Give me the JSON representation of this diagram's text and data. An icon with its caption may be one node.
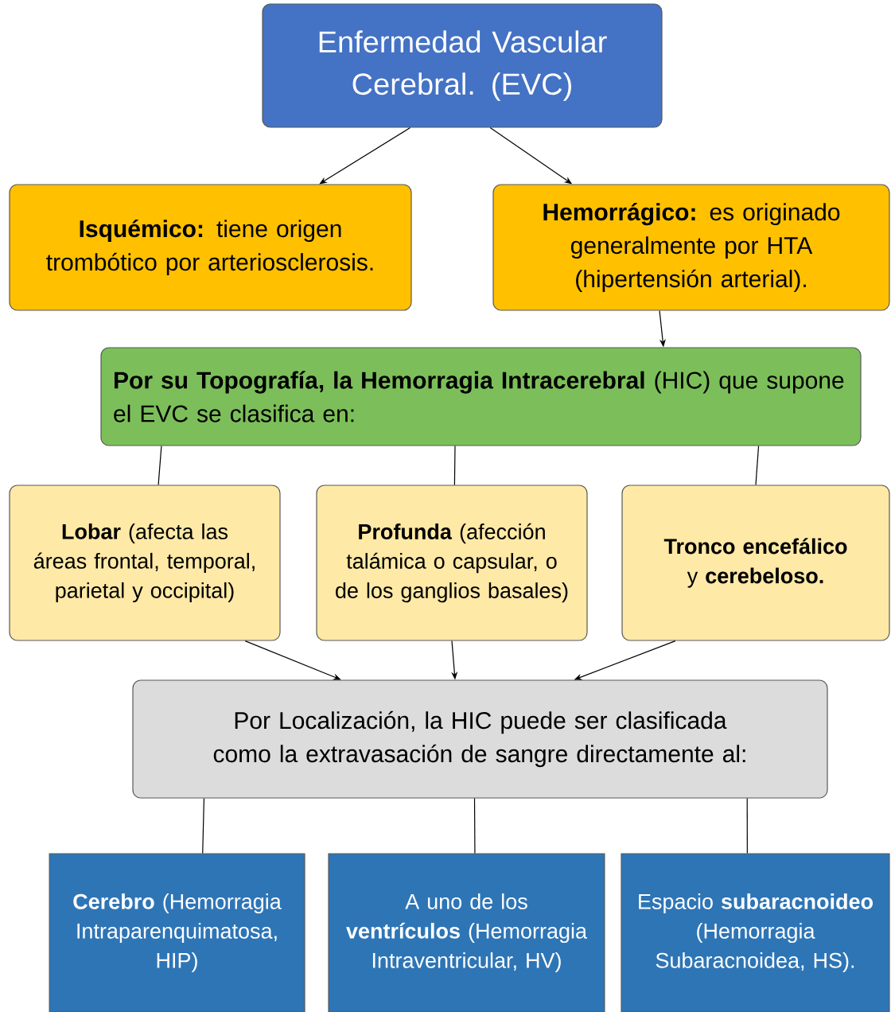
{
  "diagram": {
    "nodes": [
      {
        "text": [
          "Enfermedad Vascular Cerebral. (EVC)"
        ]
      },
      {
        "text": [
          "**Isquémico:** tiene origen trombótico por arteriosclerosis."
        ]
      },
      {
        "text": [
          "**Hemorrágico:** es originado generalmente por HTA (hipertensión arterial)."
        ]
      },
      {
        "text": [
          "**Por su Topografía, la Hemorragia Intracerebral** (HIC) que supone el EVC se clasifica en:"
        ]
      },
      {
        "text": [
          "**Lobar** (afecta las áreas frontal, temporal, parietal y occipital)"
        ]
      },
      {
        "text": [
          "**Profunda** (afección talámica o capsular, o de los ganglios basales)"
        ]
      },
      {
        "text": [
          "**Tronco encefálico** y **cerebeloso.**"
        ]
      },
      {
        "text": [
          "Por Localización, la HIC puede ser clasificada como la extravasación de sangre directamente al:"
        ]
      },
      {
        "text": [
          "**Cerebro** (Hemorragia Intraparenquimatosa, HIP)"
        ]
      },
      {
        "text": [
          "A uno de los **ventrículos** (Hemorragia Intraventricular, HV)"
        ]
      },
      {
        "text": [
          "Espacio **subaracnoideo** (Hemorragia Subaracnoidea, HS)."
        ]
      }
    ],
    "edges": [
      {
        "from": 0,
        "to": 1,
        "arrow": "to"
      },
      {
        "from": 0,
        "to": 2,
        "arrow": "to"
      },
      {
        "from": 2,
        "to": 3,
        "arrow": "to"
      },
      {
        "from": 3,
        "to": 4,
        "arrow": "none"
      },
      {
        "from": 3,
        "to": 5,
        "arrow": "none"
      },
      {
        "from": 3,
        "to": 6,
        "arrow": "none"
      },
      {
        "from": 4,
        "to": 7,
        "arrow": "to"
      },
      {
        "from": 5,
        "to": 7,
        "arrow": "to"
      },
      {
        "from": 6,
        "to": 7,
        "arrow": "to"
      },
      {
        "from": 7,
        "to": 8,
        "arrow": "none"
      },
      {
        "from": 7,
        "to": 9,
        "arrow": "none"
      },
      {
        "from": 7,
        "to": 10,
        "arrow": "none"
      }
    ]
  }
}
